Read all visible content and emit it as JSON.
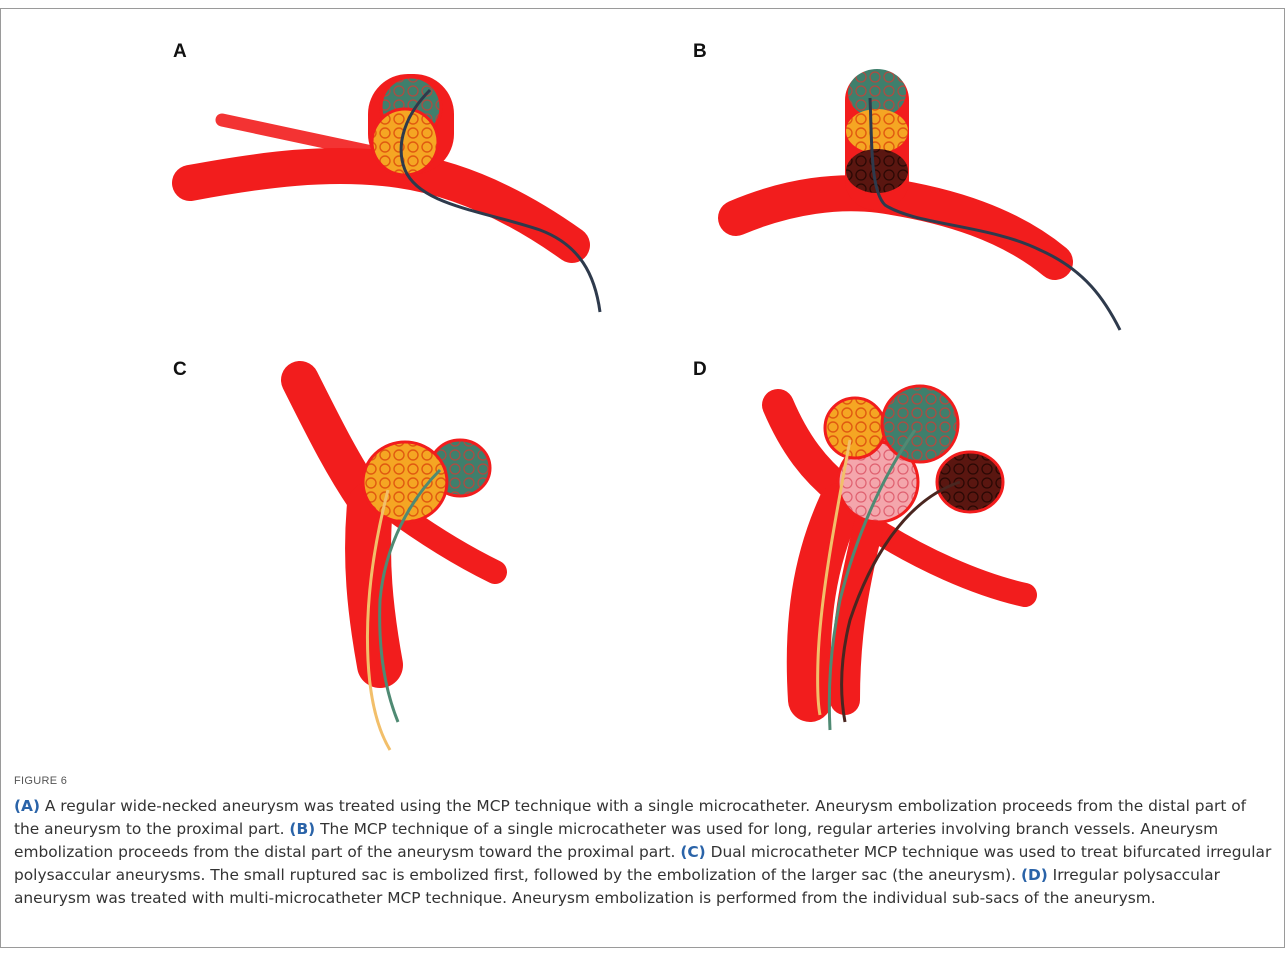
{
  "figure": {
    "panels": [
      {
        "label": "A"
      },
      {
        "label": "B"
      },
      {
        "label": "C"
      },
      {
        "label": "D"
      }
    ],
    "figure_label": "FIGURE 6",
    "caption": [
      {
        "tag": "(A)",
        "text": " A regular wide-necked aneurysm was treated using the MCP technique with a single microcatheter. Aneurysm embolization proceeds from the distal part of the aneurysm to the proximal part. "
      },
      {
        "tag": "(B)",
        "text": " The MCP technique of a single microcatheter was used for long, regular arteries involving branch vessels. Aneurysm embolization proceeds from the distal part of the aneurysm toward the proximal part. "
      },
      {
        "tag": "(C)",
        "text": " Dual microcatheter MCP technique was used to treat bifurcated irregular polysaccular aneurysms. The small ruptured sac is embolized first, followed by the embolization of the larger sac (the aneurysm). "
      },
      {
        "tag": "(D)",
        "text": " Irregular polysaccular aneurysm was treated with multi-microcatheter MCP technique. Aneurysm embolization is performed from the individual sub-sacs of the aneurysm."
      }
    ]
  },
  "colors": {
    "vessel": "#f21d1d",
    "coil_orange": "#f0a020",
    "coil_green": "#3f7f6c",
    "coil_dark": "#5a1610",
    "coil_pink": "#f0a0a8",
    "catheter_dark": "#2e3a4c",
    "catheter_green": "#4f8a73",
    "catheter_yellow": "#f2bf6a",
    "catheter_brown": "#4a2620",
    "accent_blue": "#2a63a8"
  }
}
